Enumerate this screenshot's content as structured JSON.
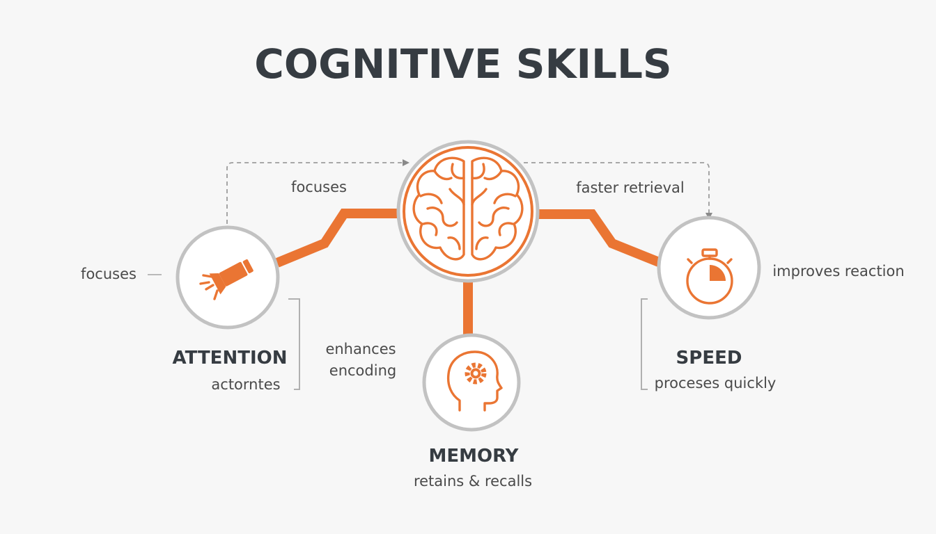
{
  "title": "COGNITIVE SKILLS",
  "colors": {
    "accent": "#ea7533",
    "circle_border": "#c2c2c2",
    "text_dark": "#363c42",
    "text_body": "#4a4a4a",
    "background": "#f7f7f7"
  },
  "nodes": {
    "brain": {
      "icon": "brain-icon"
    },
    "attention": {
      "icon": "flashlight-icon",
      "label": "ATTENTION",
      "sublabel": "actorntes"
    },
    "memory": {
      "icon": "head-gear-icon",
      "label": "MEMORY",
      "sublabel": "retains & recalls"
    },
    "speed": {
      "icon": "stopwatch-icon",
      "label": "SPEED",
      "sublabel": "proceses quickly"
    }
  },
  "edges": {
    "attention_to_brain": "focuses",
    "brain_to_speed": "faster retrieval",
    "attention_side": "focuses",
    "attention_to_memory": [
      "enhances",
      "encoding"
    ],
    "speed_side": "improves reaction"
  }
}
